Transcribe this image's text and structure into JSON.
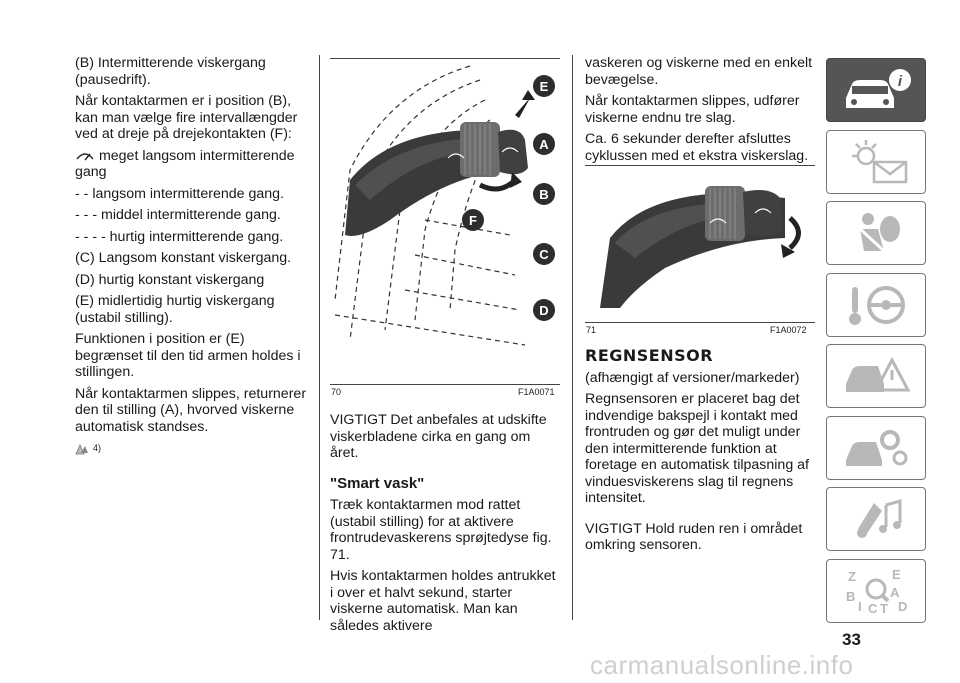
{
  "col1": {
    "p1": "(B) Intermitterende viskergang (pausedrift).",
    "p2": "Når kontaktarmen er i position (B), kan man vælge fire intervallængder ved at dreje på drejekontakten (F):",
    "p3_rest": "meget langsom intermitterende gang",
    "l1": "- - langsom intermitterende gang.",
    "l2": "- - - middel intermitterende gang.",
    "l3": "- - - - hurtig intermitterende gang.",
    "c": "(C) Langsom konstant viskergang.",
    "d": "(D) hurtig konstant viskergang",
    "e": "(E) midlertidig hurtig viskergang (ustabil stilling).",
    "f1": "Funktionen i position er (E) begrænset til den tid armen holdes i stillingen.",
    "f2": "Når kontaktarmen slippes, returnerer den til stilling (A), hvorved viskerne automatisk standses.",
    "warn_ref": "4)"
  },
  "fig70": {
    "num": "70",
    "code": "F1A0071",
    "labels": [
      "E",
      "A",
      "B",
      "C",
      "D",
      "F"
    ]
  },
  "col2": {
    "vigtigt": "VIGTIGT Det anbefales at udskifte viskerbladene cirka en gang om året.",
    "heading": "\"Smart vask\"",
    "p1": "Træk kontaktarmen mod rattet (ustabil stilling) for at aktivere frontrudevaskerens sprøjtedyse fig. 71.",
    "p2": "Hvis kontaktarmen holdes antrukket i over et halvt sekund, starter viskerne automatisk. Man kan således aktivere"
  },
  "col3": {
    "p1": "vaskeren og viskerne med en enkelt bevægelse.",
    "p2": "Når kontaktarmen slippes, udfører viskerne endnu tre slag.",
    "p3": "Ca. 6 sekunder derefter afsluttes cyklussen med et ekstra viskerslag.",
    "heading": "REGNSENSOR",
    "sub": "(afhængigt af versioner/markeder)",
    "p4": "Regnsensoren er placeret bag det indvendige bakspejl i kontakt med frontruden og gør det muligt under den intermitterende funktion at foretage en automatisk tilpasning af vinduesviskerens slag til regnens intensitet.",
    "vigtigt": "VIGTIGT Hold ruden ren i området omkring sensoren."
  },
  "fig71": {
    "num": "71",
    "code": "F1A0072"
  },
  "tabs": [
    "car-info-icon",
    "warning-lights-icon",
    "safety-airbag-icon",
    "starting-driving-icon",
    "emergency-icon",
    "maintenance-icon",
    "multimedia-icon",
    "index-icon"
  ],
  "index_letters": [
    "Z",
    "E",
    "B",
    "A",
    "I",
    "C",
    "T",
    "D"
  ],
  "page_number": "33",
  "watermark": "carmanualsonline.info",
  "colors": {
    "accent": "#2d2d2d",
    "tab_active": "#555555",
    "tab_border": "#777777",
    "icon_gray": "#b8b8b8"
  }
}
